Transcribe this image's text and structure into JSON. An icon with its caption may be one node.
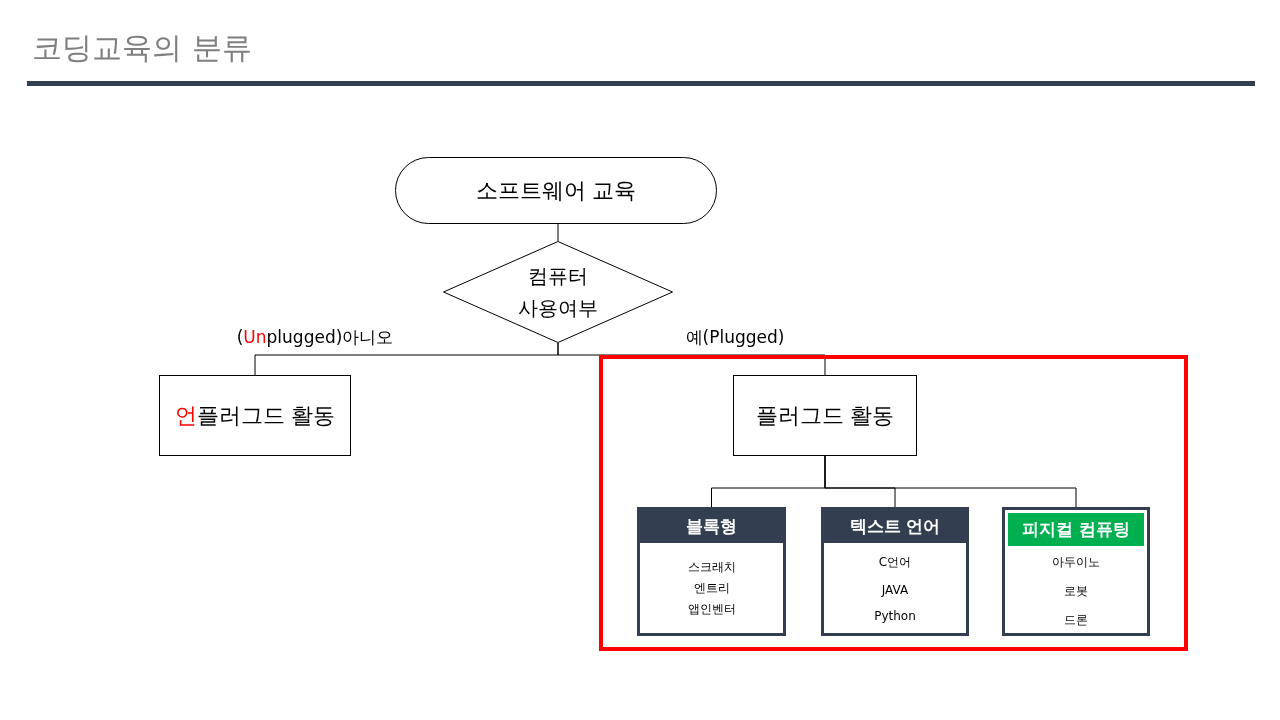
{
  "diagram": {
    "title": "코딩교육의 분류",
    "nodes": [
      {
        "text": [
          "소프트웨어 교육"
        ]
      },
      {
        "text": [
          "컴퓨터 사용여부"
        ]
      },
      {
        "text": [
          "언플러그드 활동"
        ]
      },
      {
        "text": [],
        "shape": "box"
      },
      {
        "text": [
          "플러그드 활동"
        ],
        "in": 3
      },
      {
        "text": [
          "블록형",
          "스크래치",
          "엔트리",
          "앱인벤터"
        ],
        "in": 3
      },
      {
        "text": [
          "텍스트 언어",
          "C언어",
          "JAVA",
          "Python"
        ],
        "in": 3
      },
      {
        "text": [
          "피지컬 컴퓨팅",
          "아두이노",
          "로봇",
          "드론"
        ],
        "in": 3
      }
    ],
    "edges": [
      {
        "from": 0,
        "to": 1,
        "arrow": "none"
      },
      {
        "from": 1,
        "to": 2,
        "arrow": "none",
        "label": "(Unplugged)아니오"
      },
      {
        "from": 1,
        "to": 4,
        "arrow": "none",
        "label": "예(Plugged)"
      },
      {
        "from": 4,
        "to": 5,
        "arrow": "none"
      },
      {
        "from": 4,
        "to": 6,
        "arrow": "none"
      },
      {
        "from": 4,
        "to": 7,
        "arrow": "none"
      }
    ]
  }
}
